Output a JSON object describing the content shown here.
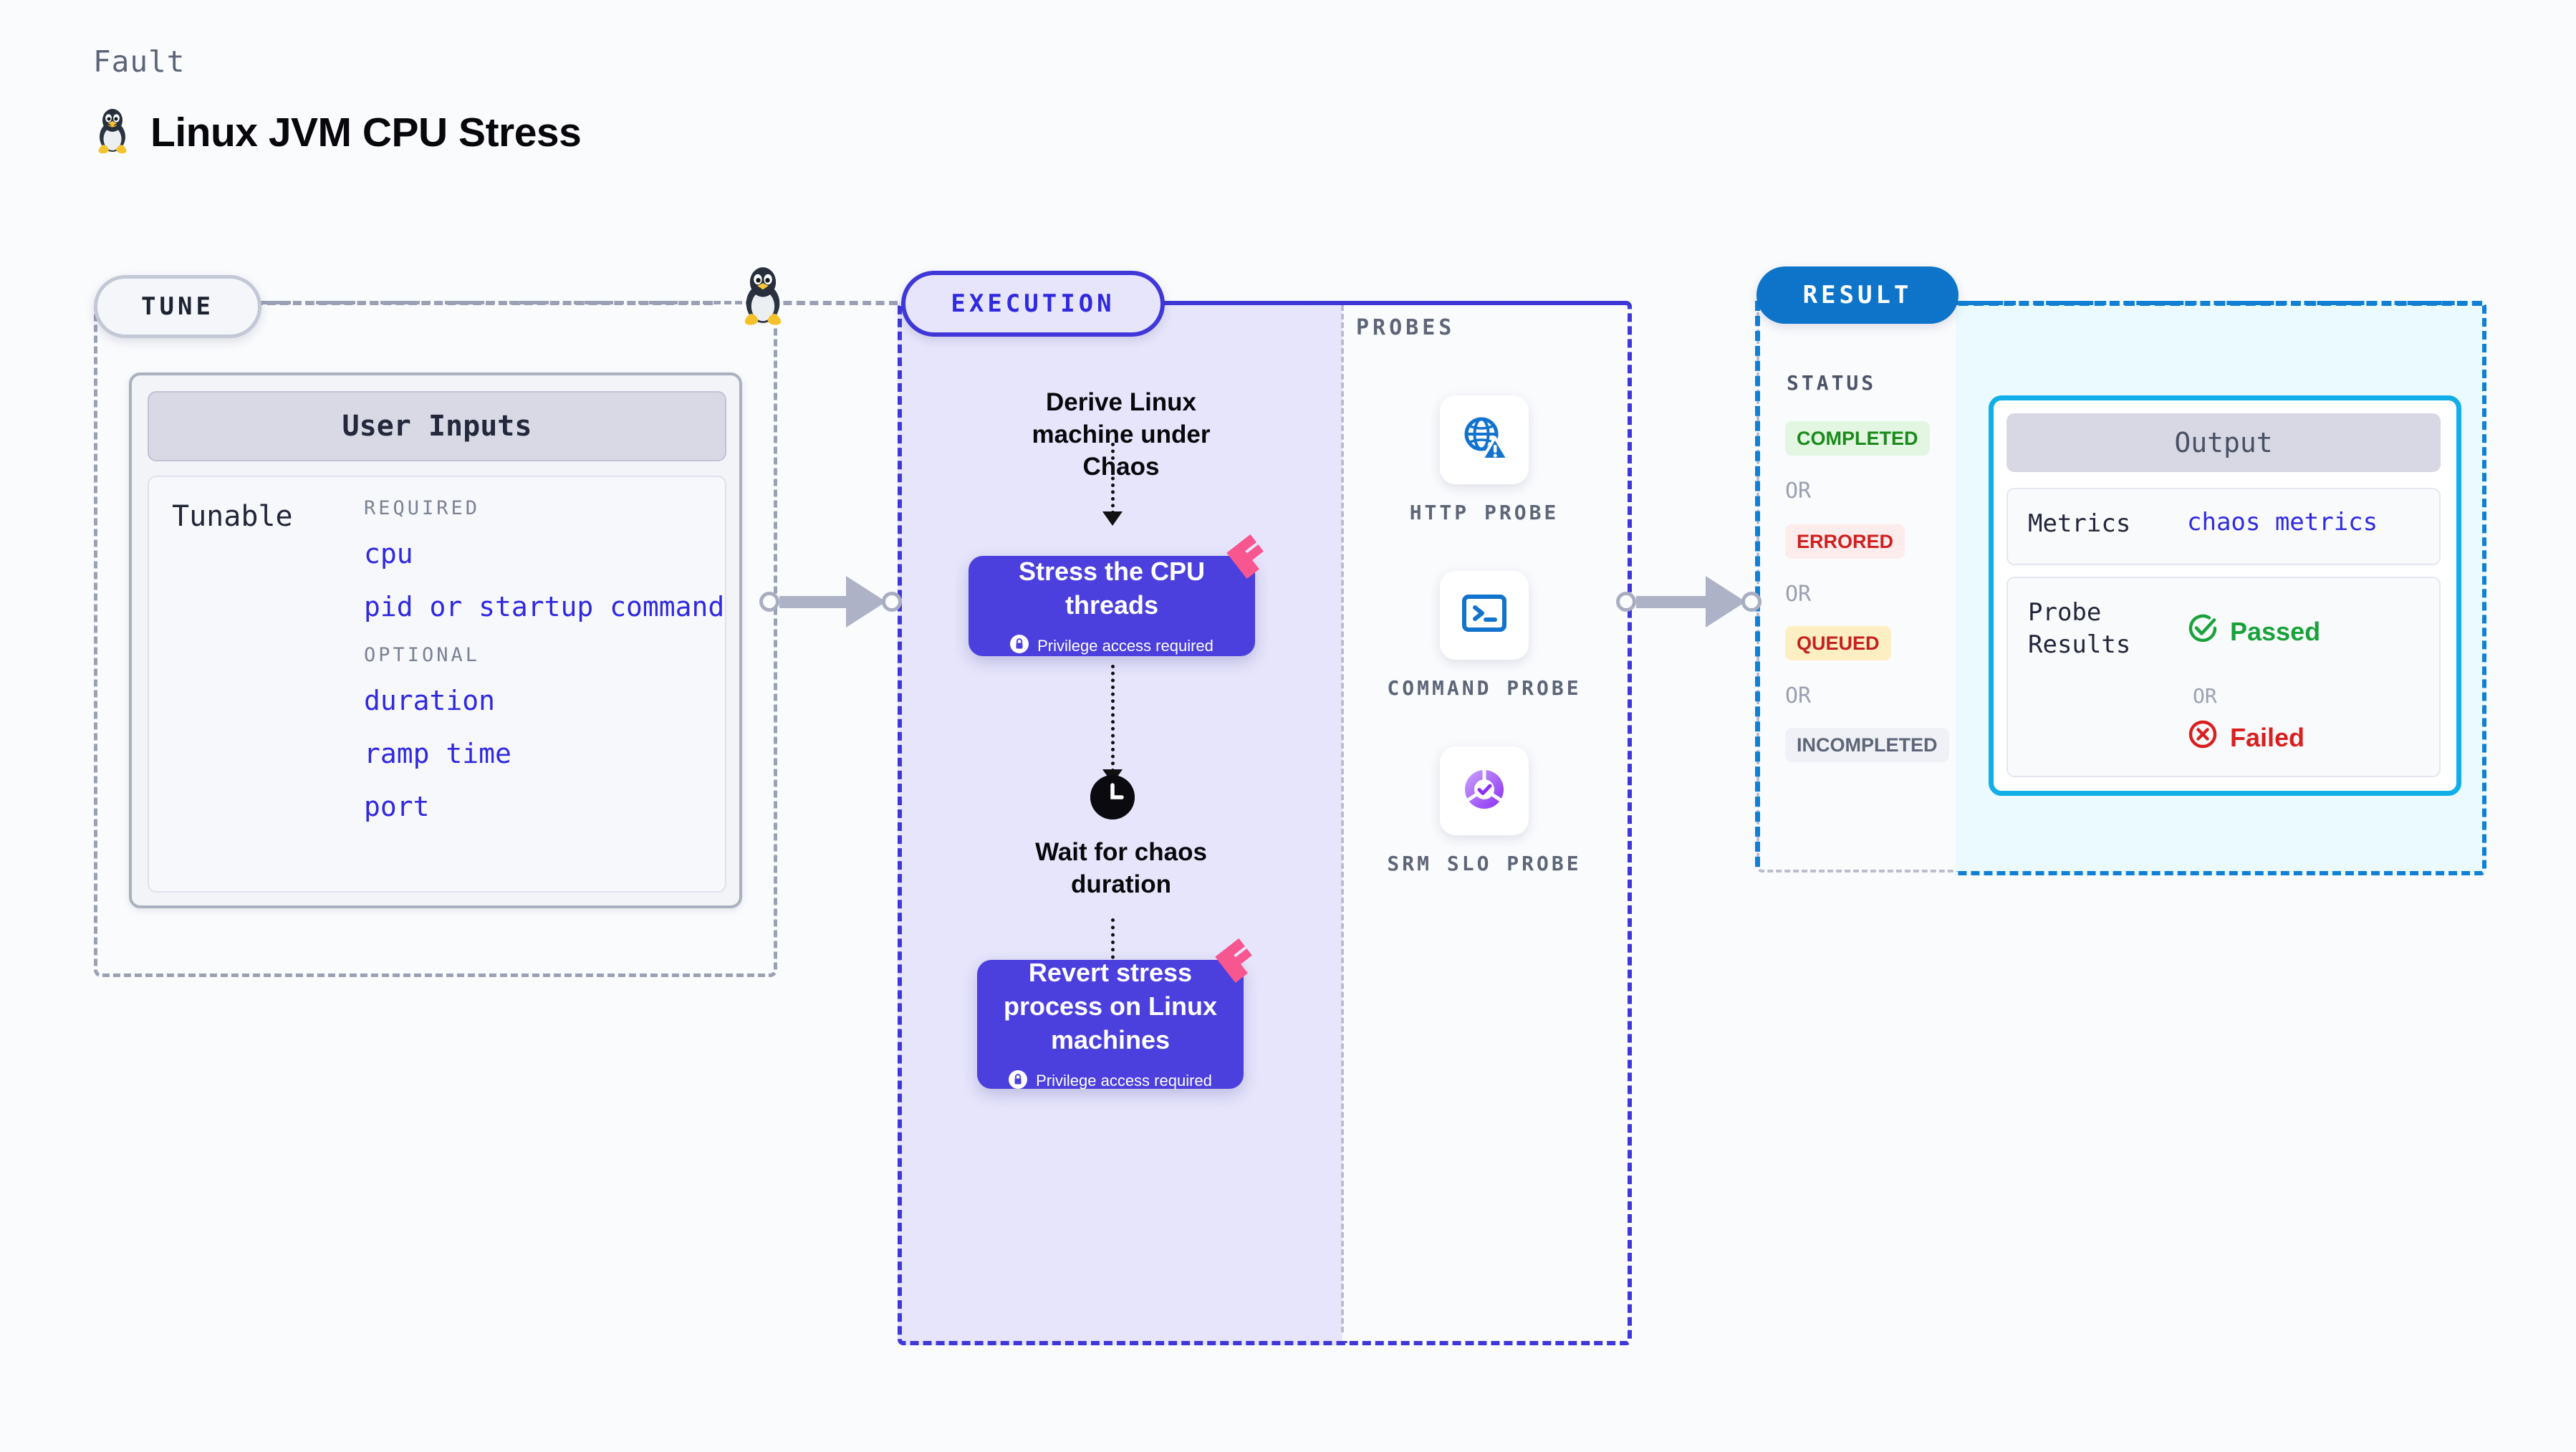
{
  "header": {
    "kicker": "Fault",
    "title": "Linux JVM CPU Stress",
    "icon": "linux-penguin-icon"
  },
  "tune": {
    "pill_label": "TUNE",
    "card_header": "User Inputs",
    "tunable_word": "Tunable",
    "groups": [
      {
        "label": "REQUIRED",
        "items": [
          "cpu",
          "pid or startup command"
        ]
      },
      {
        "label": "OPTIONAL",
        "items": [
          "duration",
          "ramp time",
          "port"
        ]
      }
    ]
  },
  "execution": {
    "pill_label": "EXECUTION",
    "steps": [
      {
        "type": "text",
        "label": "Derive Linux machine under Chaos"
      },
      {
        "type": "action",
        "label": "Stress the CPU threads",
        "privilege_note": "Privilege access required",
        "privileged": true
      },
      {
        "type": "wait",
        "label": "Wait for chaos duration",
        "icon": "clock-icon"
      },
      {
        "type": "action",
        "label": "Revert stress process on Linux machines",
        "privilege_note": "Privilege access required",
        "privileged": true
      }
    ]
  },
  "probes": {
    "section_label": "PROBES",
    "items": [
      {
        "caption": "HTTP PROBE",
        "icon": "globe-warning-icon"
      },
      {
        "caption": "COMMAND PROBE",
        "icon": "terminal-prompt-icon"
      },
      {
        "caption": "SRM SLO PROBE",
        "icon": "slo-donut-check-icon"
      }
    ]
  },
  "result": {
    "pill_label": "RESULT",
    "status_label": "STATUS",
    "or_label": "OR",
    "statuses": [
      {
        "label": "COMPLETED",
        "color": "#1b8a1b",
        "bg": "#e2f6e2"
      },
      {
        "label": "ERRORED",
        "color": "#cf2020",
        "bg": "#fdecec"
      },
      {
        "label": "QUEUED",
        "color": "#c42020",
        "bg": "#fdeec3"
      },
      {
        "label": "INCOMPLETED",
        "color": "#5d6578",
        "bg": "#f0f1f6"
      }
    ],
    "output": {
      "header": "Output",
      "metrics_key": "Metrics",
      "metrics_value": "chaos metrics",
      "probe_results_key": "Probe Results",
      "passed_label": "Passed",
      "failed_label": "Failed",
      "or_label": "OR",
      "passed_icon": "check-circle-icon",
      "failed_icon": "x-circle-icon"
    }
  },
  "colors": {
    "accent_purple": "#3029e0",
    "action_card": "#4b3fdd",
    "result_blue": "#0d74ca",
    "output_border": "#11aee8",
    "pass_green": "#19a23a",
    "fail_red": "#d91f1f",
    "harness_pink": "#f8568f"
  }
}
